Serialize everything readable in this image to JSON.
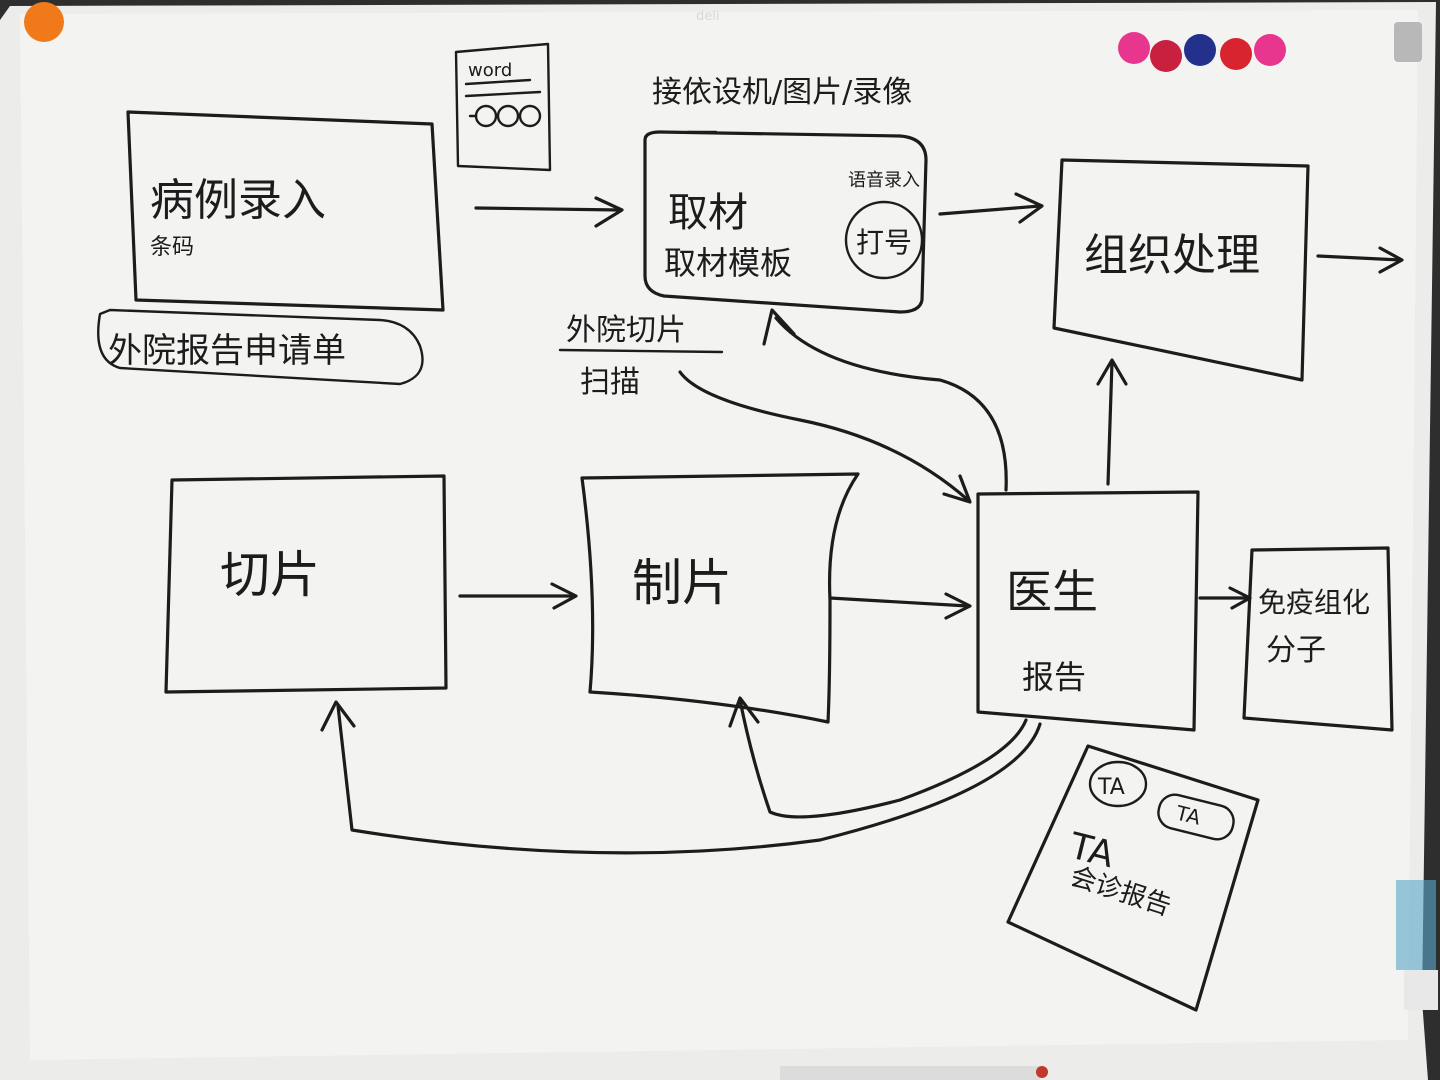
{
  "board": {
    "brand": "deli",
    "colors": {
      "board": "#f2f2f0",
      "frame": "#2b2b2b",
      "ink": "#1c1c1c",
      "magnet_orange": "#f07a1a",
      "magnet_pink": "#e8368f",
      "magnet_red": "#d8242e",
      "magnet_blue": "#23318c"
    }
  },
  "diagram": {
    "case_entry": {
      "title": "病例录入",
      "note": "条码"
    },
    "external_consult_form": "外院报告申请单",
    "word_template": {
      "label": "word"
    },
    "grossing_top_note": "接依设机/图片/录像",
    "grossing": {
      "title": "取材",
      "subtitle": "取材模板",
      "circle_top": "语音录入",
      "circle_label": "打号"
    },
    "external_slide_scan": {
      "top": "外院切片",
      "bottom": "扫描"
    },
    "tissue_processing": "组织处理",
    "sectioning": "切片",
    "slide_making": "制片",
    "doctor": {
      "title": "医生",
      "subtitle": "报告"
    },
    "molecular": {
      "line1": "免疫组化",
      "line2": "分子"
    },
    "ta_note": {
      "circle": "TA",
      "pill": "TA",
      "line1": "TA",
      "line2": "会诊报告"
    }
  }
}
